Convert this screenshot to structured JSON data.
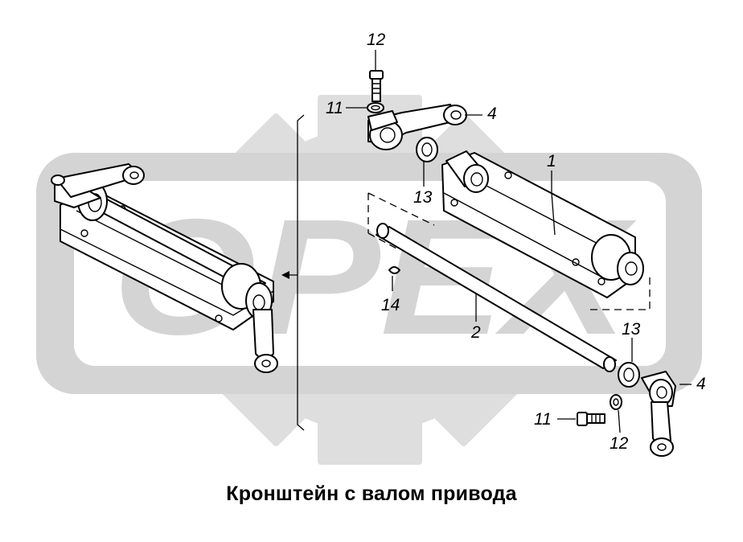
{
  "caption": "Кронштейн с валом привода",
  "watermark": {
    "text": "OPEX",
    "color": "#d9d9d9"
  },
  "callouts": {
    "c12_top": "12",
    "c11_top": "11",
    "c4_top": "4",
    "c1": "1",
    "c13_top": "13",
    "c14": "14",
    "c2": "2",
    "c13_bottom": "13",
    "c4_bottom": "4",
    "c11_bottom": "11",
    "c12_bottom": "12"
  }
}
